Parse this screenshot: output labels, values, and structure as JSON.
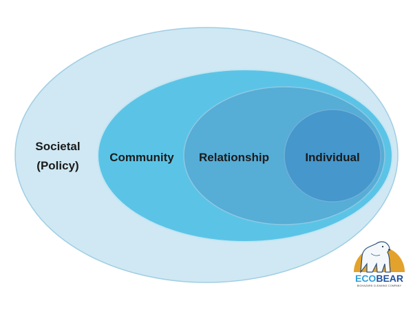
{
  "diagram": {
    "levels": [
      {
        "line1": "Societal",
        "line2": "(Policy)",
        "fill": "#cfe8f3",
        "stroke": "#9fcde3"
      },
      {
        "line1": "Community",
        "fill": "#5bc4e6",
        "stroke": "#c2e5f3"
      },
      {
        "line1": "Relationship",
        "fill": "#56add6",
        "stroke": "#8dc8e4"
      },
      {
        "line1": "Individual",
        "fill": "#4597cc",
        "stroke": "#6fb0d8"
      }
    ],
    "text_color": "#1a1a1a"
  },
  "logo": {
    "word_part1": "ECO",
    "word_part2": "BEAR",
    "tagline": "BIOHAZARD CLEANING COMPANY",
    "colors": {
      "eco": "#2b9fd8",
      "bear": "#1e4f9e",
      "sun": "#e3a22c"
    }
  }
}
